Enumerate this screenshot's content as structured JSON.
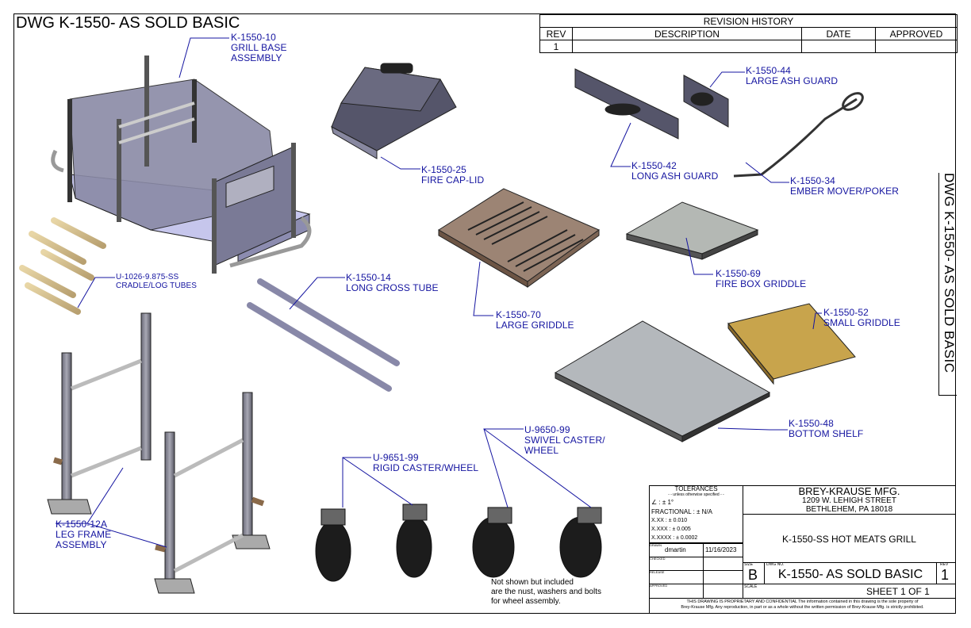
{
  "drawing_title": "DWG K-1550- AS SOLD BASIC",
  "vertical_title": "DWG  K-1550- AS SOLD BASIC",
  "revision_history": {
    "header": "REVISION HISTORY",
    "columns": [
      "REV",
      "DESCRIPTION",
      "DATE",
      "APPROVED"
    ],
    "rows": [
      [
        "1",
        "",
        "",
        ""
      ]
    ]
  },
  "callouts": {
    "grill_base": "K-1550-10\nGRILL BASE\nASSEMBLY",
    "fire_cap": "K-1550-25\nFIRE CAP-LID",
    "large_ash": "K-1550-44\nLARGE ASH GUARD",
    "long_ash": "K-1550-42\nLONG ASH GUARD",
    "ember": "K-1550-34\nEMBER MOVER/POKER",
    "cradle": "U-1026-9.875-SS\nCRADLE/LOG TUBES",
    "cross_tube": "K-1550-14\nLONG CROSS TUBE",
    "large_griddle": "K-1550-70\nLARGE GRIDDLE",
    "firebox_griddle": "K-1550-69\nFIRE BOX GRIDDLE",
    "small_griddle": "K-1550-52\nSMALL GRIDDLE",
    "bottom_shelf": "K-1550-48\nBOTTOM SHELF",
    "swivel": "U-9650-99\nSWIVEL CASTER/\nWHEEL",
    "rigid": "U-9651-99\nRIGID CASTER/WHEEL",
    "leg_frame": "K-1550-12A\nLEG FRAME\nASSEMBLY"
  },
  "note": "Not shown but included\nare the nust, washers and bolts\nfor wheel assembly.",
  "tolerances": {
    "title": "TOLERANCES",
    "subtitle": "- - unless otherwise specified - -",
    "angle": "∠ : ± 1°",
    "fractional": "FRACTIONAL : ± N/A",
    "xx": "X.XX : ± 0.010",
    "xxx": "X.XXX : ± 0.005",
    "xxxx": "X.XXXX : ± 0.0002"
  },
  "drawn_by": "dmartin",
  "drawn_date": "11/16/2023",
  "small_labels": {
    "drawn": "DRAWN",
    "checked": "CHECKED",
    "release": "RELEASE",
    "approved": "APPROVED",
    "size": "SIZE",
    "dwg_no": "DWG NO.",
    "rev": "REV",
    "scale": "SCALE"
  },
  "company": {
    "name": "BREY-KRAUSE MFG.",
    "street": "1209 W. LEHIGH STREET",
    "city": "BETHLEHEM, PA  18018"
  },
  "product_title": "K-1550-SS HOT MEATS GRILL",
  "size": "B",
  "dwg_no": "K-1550- AS SOLD BASIC",
  "rev": "1",
  "sheet": "SHEET  1  OF 1",
  "proprietary": "THIS DRAWING IS PROPRIETARY AND CONFIDENTIAL The information contained in this drawing is the sole property of\nBrey-Krause Mfg. Any reproduction, in part or as a whole without the written permission of Brey-Krause Mfg. is strictly prohibited.",
  "colors": {
    "callout": "#1414a0",
    "steel": "#9c9ca8",
    "bench_plate": "#c6c6ec",
    "griddle_brown": "#9c8474",
    "small_griddle": "#c8a44c"
  }
}
